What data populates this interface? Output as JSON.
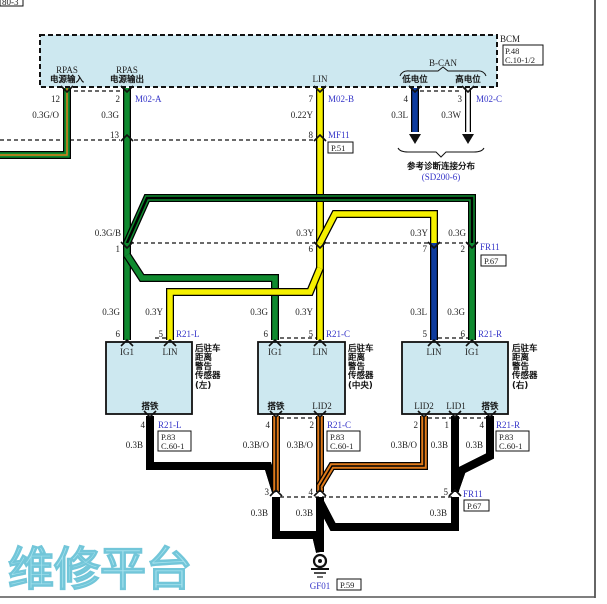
{
  "corner_ref": "80-3",
  "watermark": "维修平台",
  "colors": {
    "module_fill": "#cde8f0",
    "green": "#0f8a2f",
    "yellow": "#f5f000",
    "blue": "#0d3b9e",
    "orange": "#e07a1a",
    "black": "#000000",
    "white": "#ffffff",
    "connector_label": "#3434c8"
  },
  "bcm": {
    "name": "BCM",
    "ref_page": "P.48",
    "ref_conn": "C.10-1/2",
    "pin_rpas_in": {
      "top": "RPAS",
      "bottom": "电源输入"
    },
    "pin_rpas_out": {
      "top": "RPAS",
      "bottom": "电源输出"
    },
    "pin_lin": "LIN",
    "bcan": "B-CAN",
    "can_low": "低电位",
    "can_high": "高电位"
  },
  "bcm_pins": {
    "p12": "12",
    "p2": "2",
    "p7": "7",
    "p4": "4",
    "p3": "3",
    "m02a": "M02-A",
    "m02b": "M02-B",
    "m02c": "M02-C",
    "w12": "0.3G/O",
    "w2": "0.3G",
    "w7": "0.22Y",
    "w4": "0.3L",
    "w3": "0.3W"
  },
  "mf11": {
    "p13": "13",
    "p8": "8",
    "name": "MF11",
    "ref": "P.51"
  },
  "diag_ref": {
    "label": "参考诊断连接分布",
    "code": "(SD200-6)"
  },
  "fr11_top": {
    "p1": "1",
    "p6": "6",
    "p7": "7",
    "p2": "2",
    "name": "FR11",
    "ref": "P.67",
    "w1": "0.3G/B",
    "w6": "0.3Y",
    "w7": "0.3Y",
    "w2": "0.3G"
  },
  "upper_wires": {
    "l6": "0.3G",
    "l5": "0.3Y",
    "c6": "0.3G",
    "c5": "0.3Y",
    "r5": "0.3L",
    "r6": "0.3G"
  },
  "sensors": [
    {
      "name_lines": [
        "后驻车",
        "距离",
        "警告",
        "传感器",
        "(左)"
      ],
      "conn": "R21-L",
      "pin_top_a": "6",
      "pin_top_b": "5",
      "label_top_a": "IG1",
      "label_top_b": "LIN",
      "ground_label": "搭铁",
      "pin_gnd": "4",
      "wire_gnd": "0.3B",
      "ref_page": "P.83",
      "ref_conn": "C.60-1"
    },
    {
      "name_lines": [
        "后驻车",
        "距离",
        "警告",
        "传感器",
        "(中央)"
      ],
      "conn": "R21-C",
      "pin_top_a": "6",
      "pin_top_b": "5",
      "label_top_a": "IG1",
      "label_top_b": "LIN",
      "ground_label": "搭铁",
      "label_lid": "LID2",
      "pin_gnd": "4",
      "pin_lid": "2",
      "wire_gnd": "0.3B/O",
      "wire_lid": "0.3B/O",
      "ref_page": "P.83",
      "ref_conn": "C.60-1"
    },
    {
      "name_lines": [
        "后驻车",
        "距离",
        "警告",
        "传感器",
        "(右)"
      ],
      "conn": "R21-R",
      "pin_top_a": "5",
      "pin_top_b": "6",
      "label_top_a": "LIN",
      "label_top_b": "IG1",
      "label_lid2": "LID2",
      "label_lid1": "LID1",
      "ground_label": "搭铁",
      "pin_lid2": "2",
      "pin_lid1": "1",
      "pin_gnd": "4",
      "wire_lid2": "0.3B/O",
      "wire_lid1": "0.3B",
      "wire_gnd": "0.3B",
      "ref_page": "P.83",
      "ref_conn": "C.60-1"
    }
  ],
  "fr11_bottom": {
    "p3": "3",
    "p4": "4",
    "p5": "5",
    "name": "FR11",
    "ref": "P.67",
    "w3": "0.3B",
    "w4": "0.3B",
    "w5": "0.3B"
  },
  "ground": {
    "name": "GF01",
    "ref": "P.59"
  }
}
